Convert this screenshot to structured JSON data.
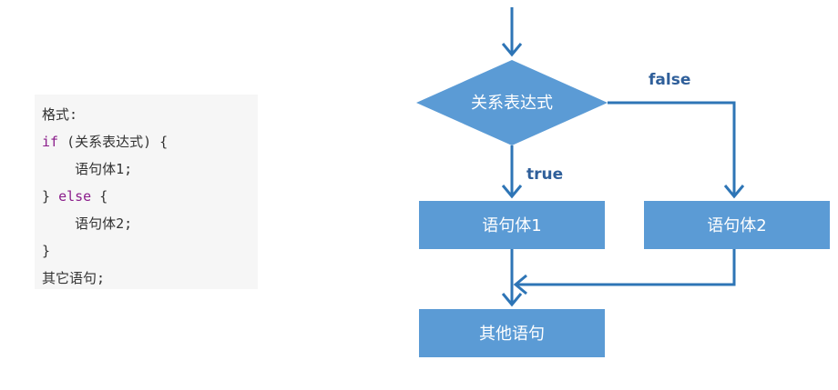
{
  "code": {
    "line1": "格式:",
    "line2_kw": "if",
    "line2_rest": " (关系表达式) {",
    "line3": "    语句体1;",
    "line4_a": "} ",
    "line4_kw": "else",
    "line4_b": " {",
    "line5": "    语句体2;",
    "line6": "}",
    "line7": "其它语句;"
  },
  "flowchart": {
    "condition": "关系表达式",
    "true_label": "true",
    "false_label": "false",
    "true_branch": "语句体1",
    "false_branch": "语句体2",
    "next": "其他语句"
  },
  "colors": {
    "node_fill": "#5b9bd5",
    "edge": "#2e75b6",
    "keyword": "#8b1d8b"
  }
}
